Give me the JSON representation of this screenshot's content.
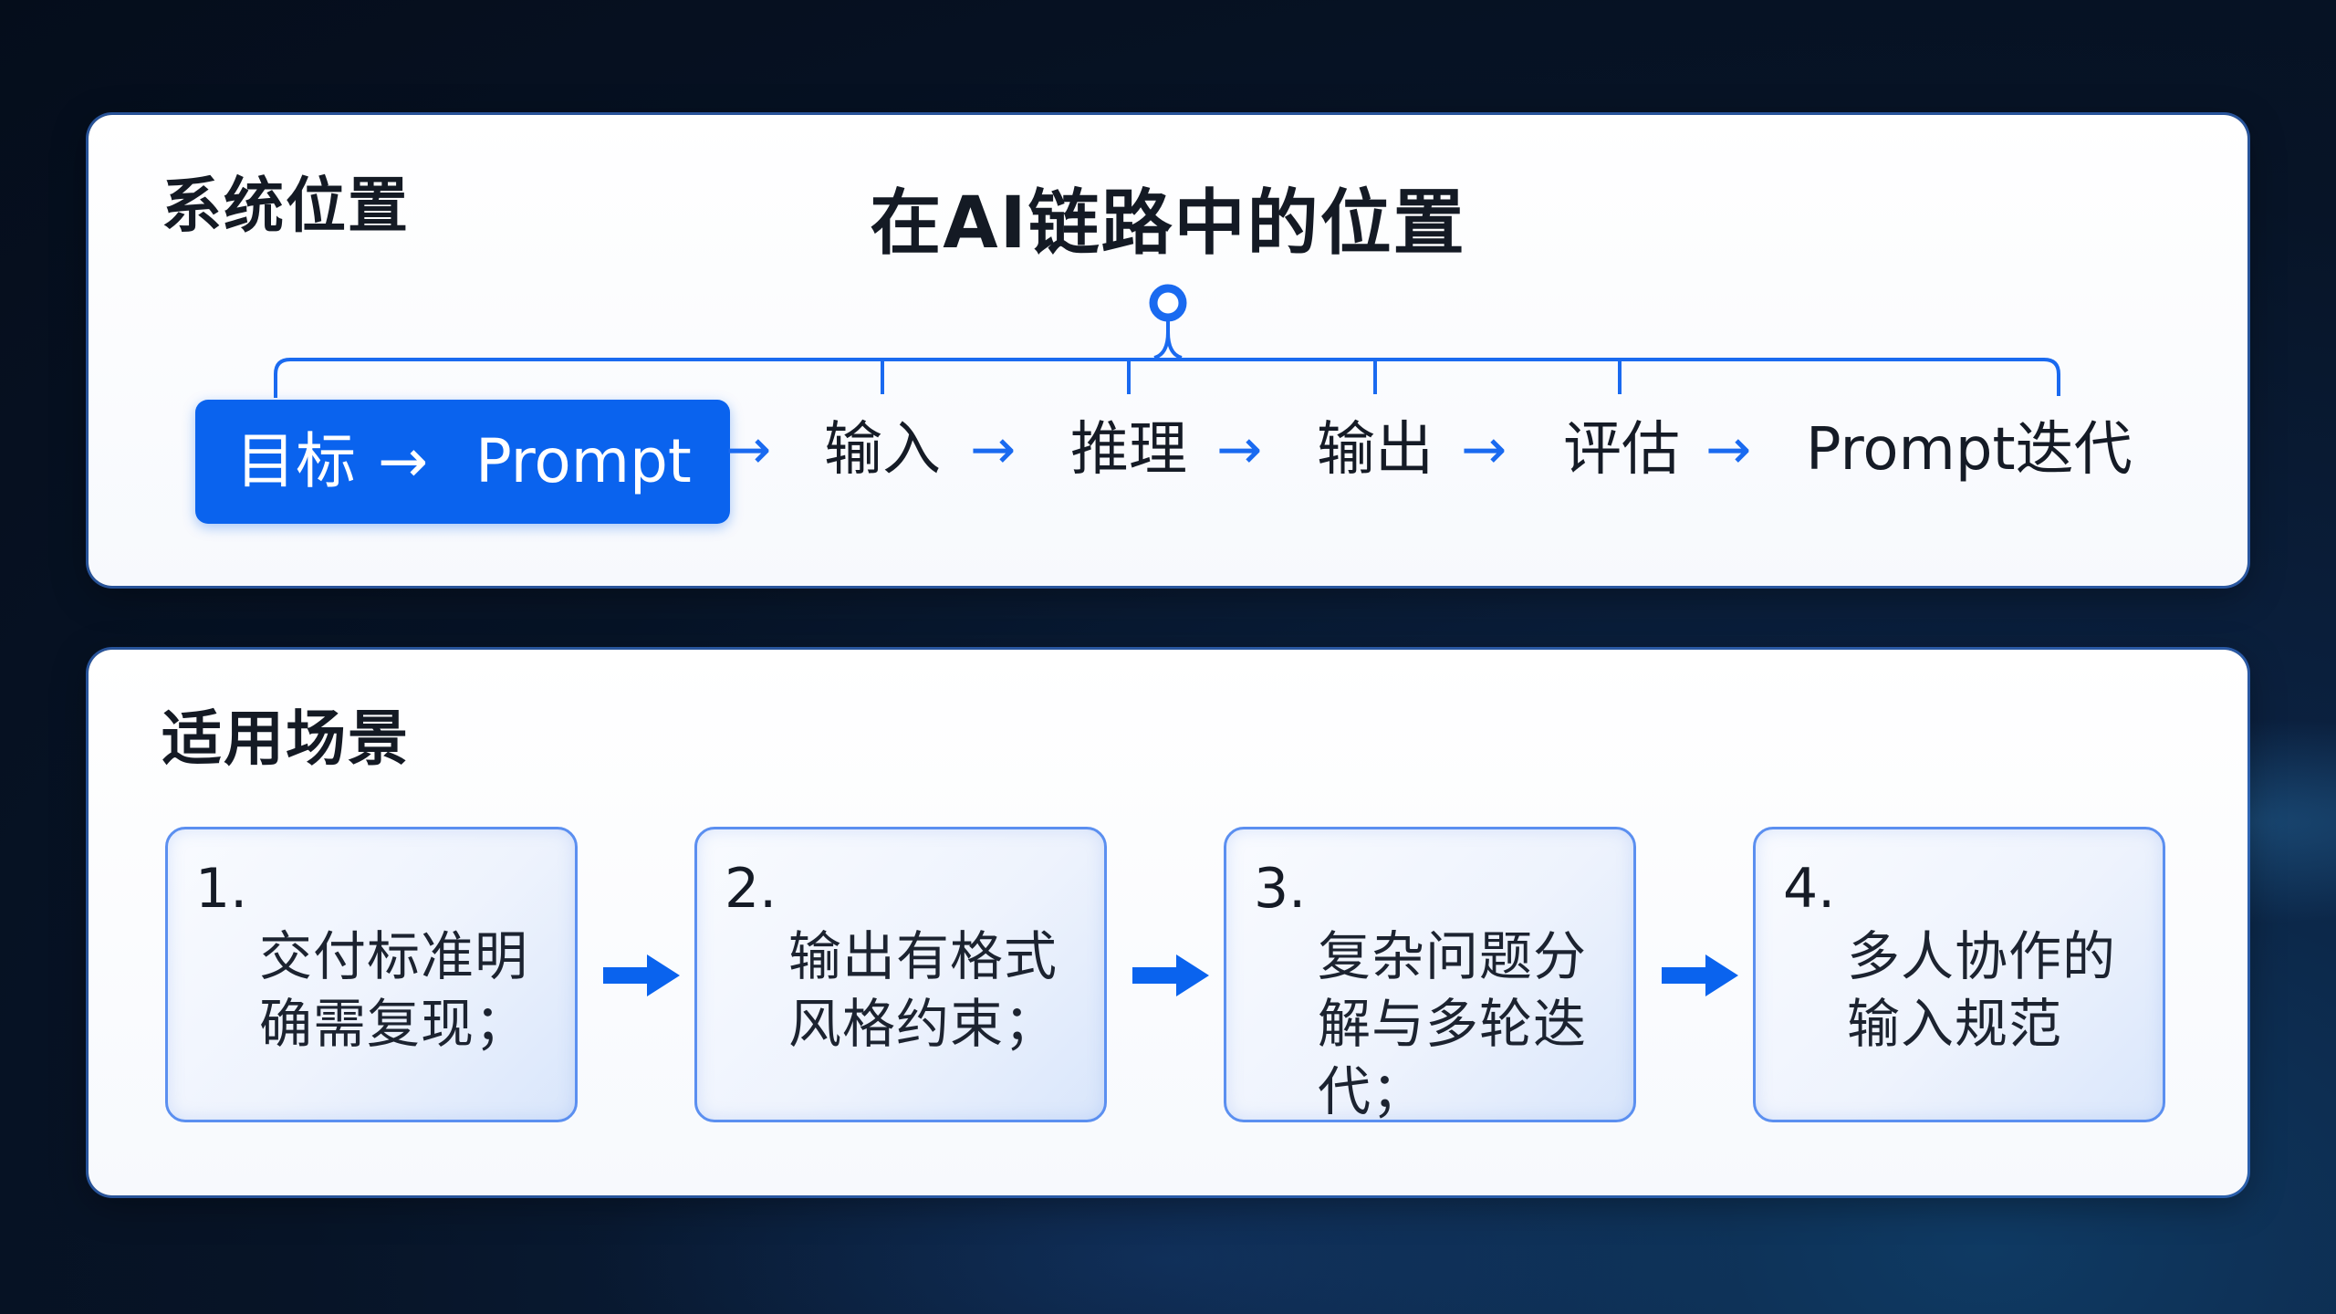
{
  "position_panel": {
    "title": "系统位置",
    "diagram_title": "在AI链路中的位置",
    "highlight": {
      "left": "目标",
      "arrow": "→",
      "right": "Prompt"
    },
    "flow": [
      {
        "arrow": "→",
        "label": "输入"
      },
      {
        "arrow": "→",
        "label": "推理"
      },
      {
        "arrow": "→",
        "label": "输出"
      },
      {
        "arrow": "→",
        "label": "评估"
      },
      {
        "arrow": "→",
        "label": "Prompt迭代"
      }
    ]
  },
  "scenarios_panel": {
    "title": "适用场景",
    "cards": [
      {
        "number": "1.",
        "text": "交付标准明确需复现；"
      },
      {
        "number": "2.",
        "text": "输出有格式风格约束；"
      },
      {
        "number": "3.",
        "text": "复杂问题分解与多轮迭代；"
      },
      {
        "number": "4.",
        "text": "多人协作的输入规范"
      }
    ]
  },
  "colors": {
    "accent": "#0a63ee",
    "arrow": "#1a6af0",
    "card_border": "#5b8ff0",
    "background": "#071427"
  }
}
